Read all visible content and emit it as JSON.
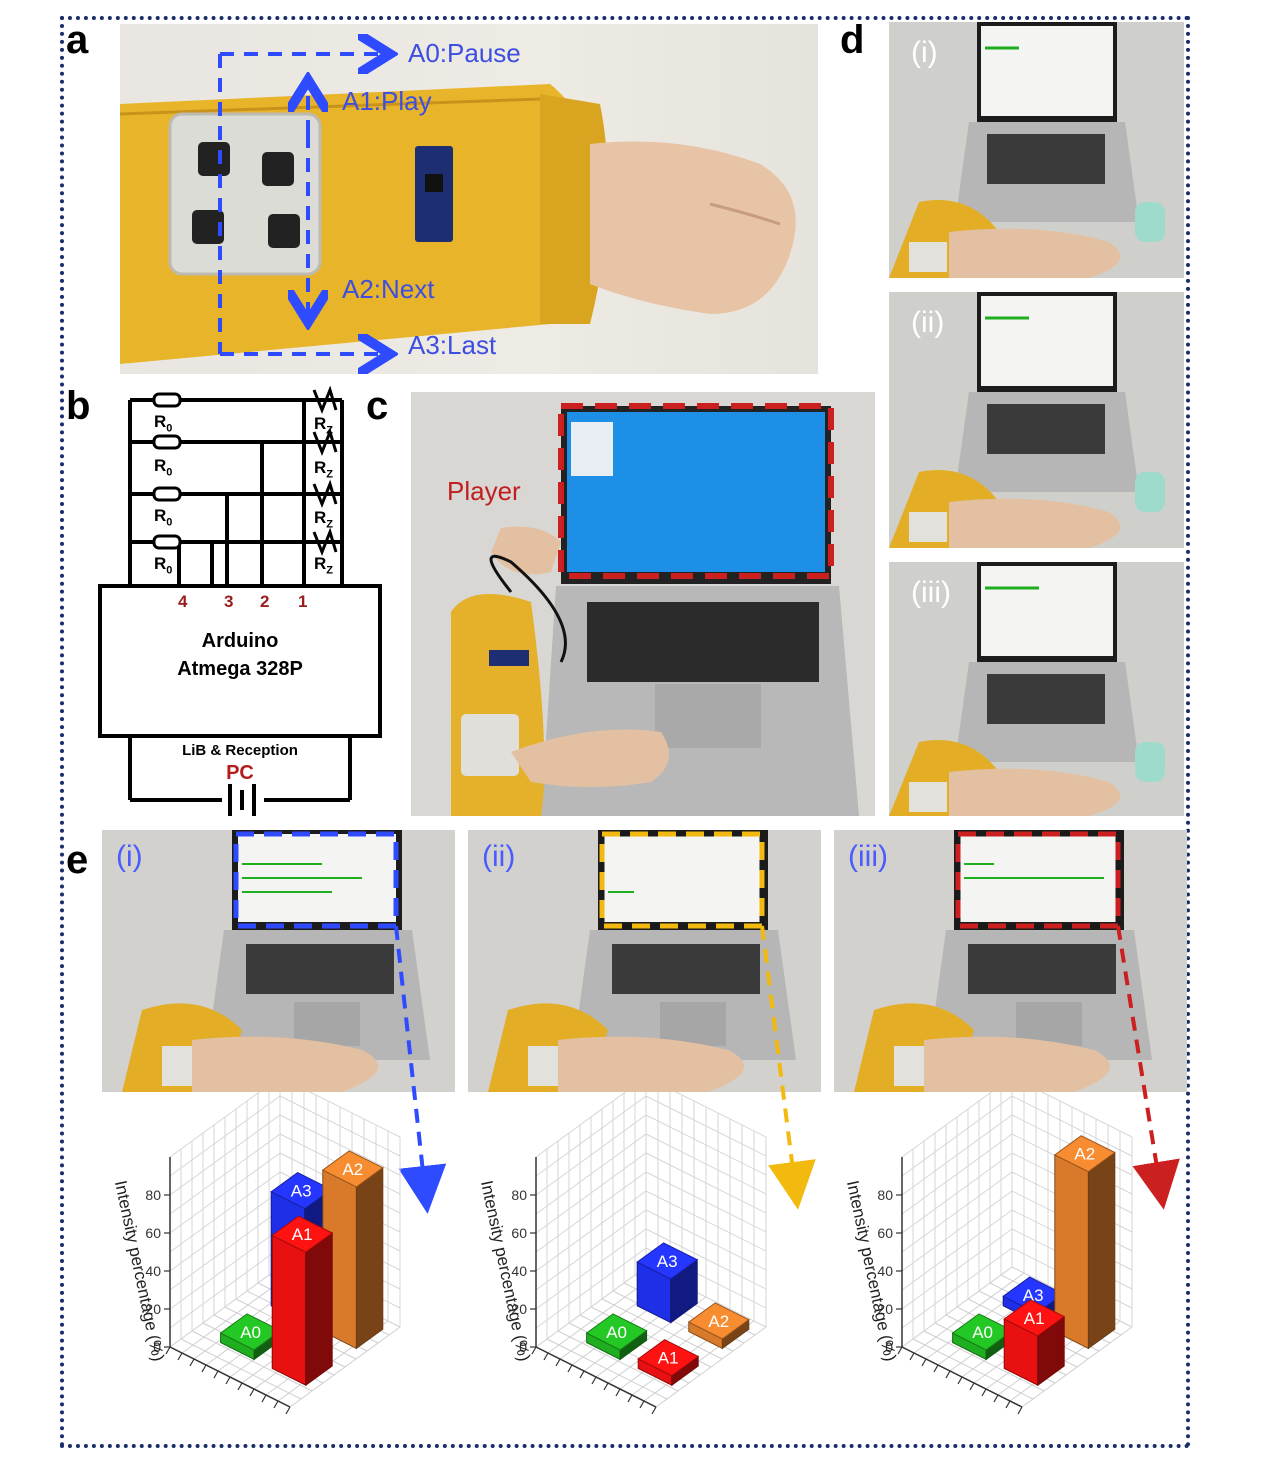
{
  "panel_labels": {
    "a": "a",
    "b": "b",
    "c": "c",
    "d": "d",
    "e": "e"
  },
  "panel_a": {
    "controls": [
      "A0:Pause",
      "A1:Play",
      "A2:Next",
      "A3:Last"
    ],
    "accent_color": "#2f4bff"
  },
  "panel_b": {
    "resistor_left": "R",
    "resistor_left_sub": "0",
    "resistor_right": "R",
    "resistor_right_sub": "Z",
    "pins": [
      "4",
      "3",
      "2",
      "1"
    ],
    "mcu_line1": "Arduino",
    "mcu_line2": "Atmega 328P",
    "power_label": "LiB & Reception",
    "pc_label": "PC"
  },
  "panel_c": {
    "overlay_label": "Player",
    "highlight_color": "#cc1f1f"
  },
  "panel_d": {
    "subpanels": [
      "(i)",
      "(ii)",
      "(iii)"
    ]
  },
  "panel_e": {
    "subpanels": [
      "(i)",
      "(ii)",
      "(iii)"
    ],
    "frame_colors": [
      "#2f4bff",
      "#f2b90f",
      "#cc1f1f"
    ]
  },
  "chart_data": [
    {
      "type": "bar",
      "categories": [
        "A0",
        "A1",
        "A2",
        "A3"
      ],
      "values": [
        5,
        70,
        85,
        60
      ],
      "colors": [
        "#1fae1f",
        "#e81010",
        "#d87a2a",
        "#1f2fe8"
      ],
      "ylabel": "Intensity percentage (%)",
      "yticks": [
        0,
        20,
        40,
        60,
        80
      ],
      "ylim": [
        0,
        100
      ]
    },
    {
      "type": "bar",
      "categories": [
        "A0",
        "A1",
        "A2",
        "A3"
      ],
      "values": [
        5,
        5,
        5,
        23
      ],
      "colors": [
        "#1fae1f",
        "#e81010",
        "#d87a2a",
        "#1f2fe8"
      ],
      "ylabel": "Intensity percentage (%)",
      "yticks": [
        0,
        20,
        40,
        60,
        80
      ],
      "ylim": [
        0,
        100
      ]
    },
    {
      "type": "bar",
      "categories": [
        "A0",
        "A1",
        "A2",
        "A3"
      ],
      "values": [
        5,
        26,
        93,
        5
      ],
      "colors": [
        "#1fae1f",
        "#e81010",
        "#d87a2a",
        "#1f2fe8"
      ],
      "ylabel": "Intensity percentage (%)",
      "yticks": [
        0,
        20,
        40,
        60,
        80
      ],
      "ylim": [
        0,
        100
      ]
    }
  ]
}
